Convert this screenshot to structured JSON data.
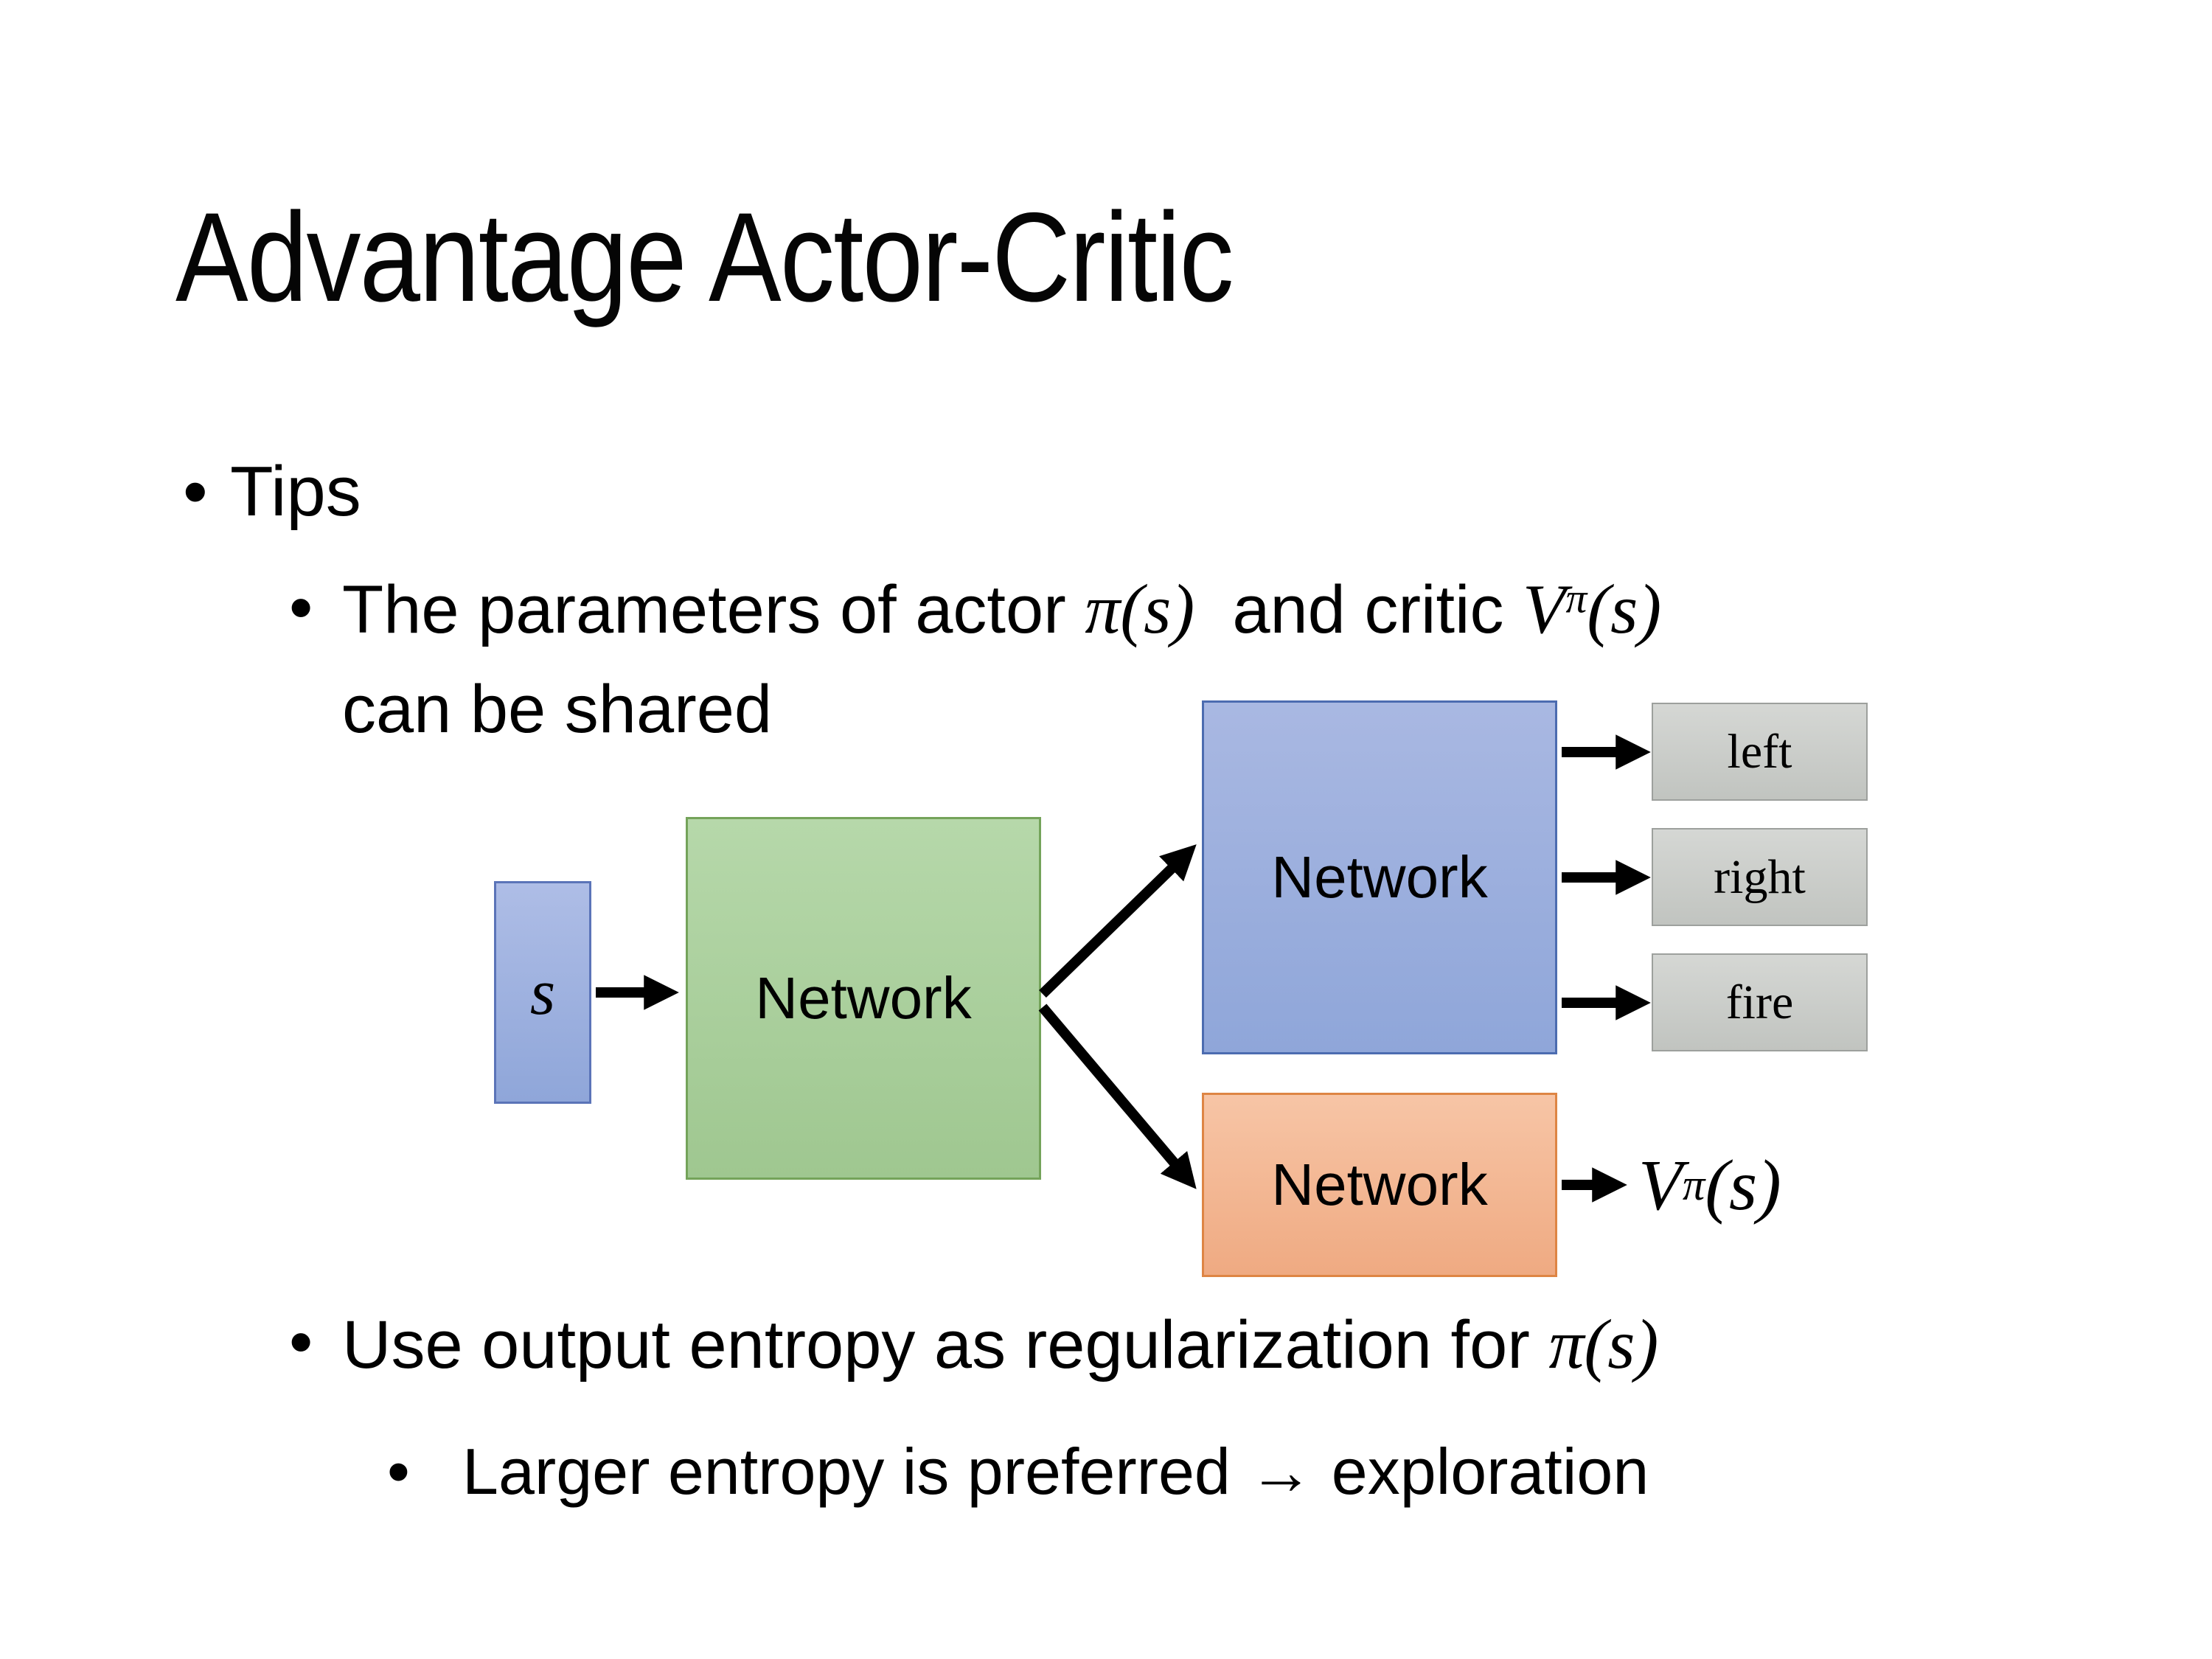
{
  "slide": {
    "title": "Advantage Actor-Critic"
  },
  "bullets": {
    "bullet_glyph": "•",
    "tips": "Tips",
    "b1_pre": "The parameters of actor ",
    "b1_math_pi": "π(s)",
    "b1_mid": "  and critic ",
    "b1_v": "V",
    "b1_v_sup": "π",
    "b1_v_args": "(s)",
    "b1_line2": "can be shared",
    "b2_pre": "Use output entropy as regularization for ",
    "b2_math_pi": "π(s)",
    "b3": "Larger entropy is preferred → exploration"
  },
  "diagram": {
    "state_label": "s",
    "shared_network_label": "Network",
    "actor_network_label": "Network",
    "critic_network_label": "Network",
    "actions": [
      "left",
      "right",
      "fire"
    ],
    "value_v": "V",
    "value_v_sup": "π",
    "value_v_args": "(s)"
  },
  "colors": {
    "state_fill_top": "#AEBDE6",
    "state_fill_bottom": "#8FA6D9",
    "state_border": "#5B74B8",
    "shared_fill_top": "#B6D8AA",
    "shared_fill_bottom": "#9FC790",
    "shared_border": "#74A35A",
    "actor_fill_top": "#A9B8E2",
    "actor_fill_bottom": "#8FA6D9",
    "actor_border": "#4C6CB0",
    "critic_fill_top": "#F7C5A6",
    "critic_fill_bottom": "#EFAA82",
    "critic_border": "#DE8544",
    "action_fill_top": "#D5D7D4",
    "action_fill_bottom": "#C1C4C0",
    "action_border": "#9DA09D",
    "arrow": "#000000"
  }
}
